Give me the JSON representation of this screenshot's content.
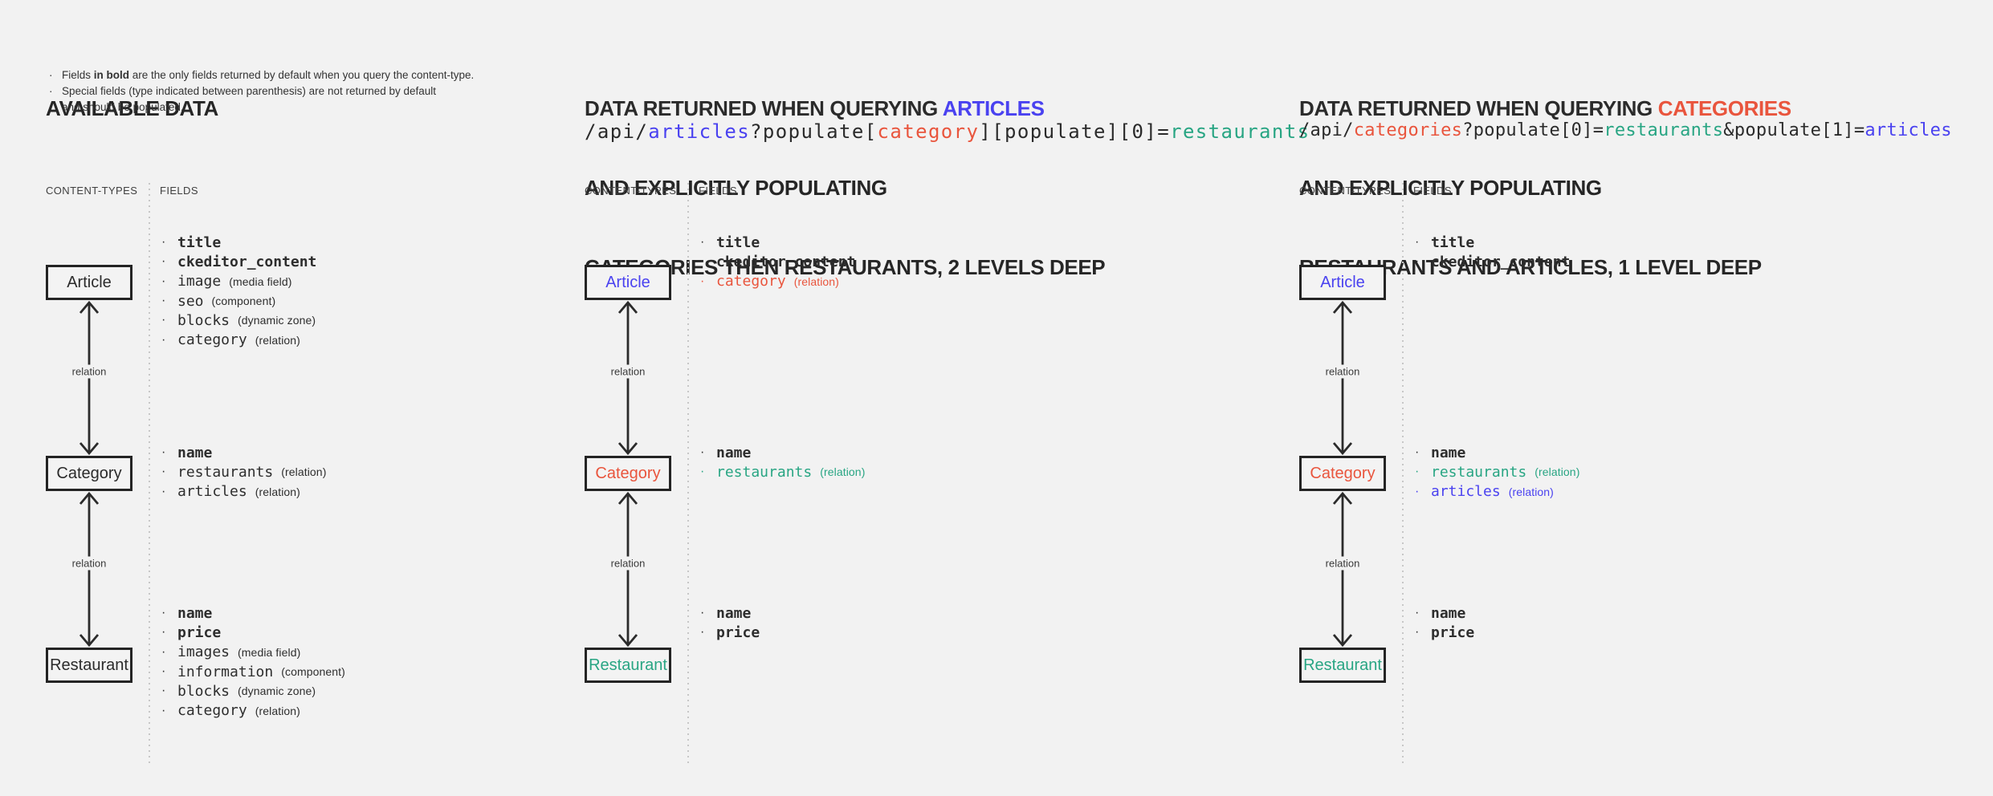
{
  "colors": {
    "dark": "#2b2b2b",
    "blue": "#4a42f0",
    "red": "#e9553d",
    "teal": "#28a583"
  },
  "shared": {
    "content_types_header": "CONTENT-TYPES",
    "fields_header": "FIELDS",
    "relation_label": "relation"
  },
  "panel_available": {
    "title": "AVAILABLE DATA",
    "note1_pre": "Fields ",
    "note1_bold": "in bold",
    "note1_post": " are the only fields returned by default when you query the content-type.",
    "note2": "Special fields (type indicated between parenthesis) are not returned by default\nand should be populated.",
    "boxes": {
      "article": {
        "label": "Article",
        "color": "dark"
      },
      "category": {
        "label": "Category",
        "color": "dark"
      },
      "restaurant": {
        "label": "Restaurant",
        "color": "dark"
      }
    },
    "article_fields": [
      {
        "name": "title",
        "bold": true
      },
      {
        "name": "ckeditor_content",
        "bold": true
      },
      {
        "name": "image",
        "type": "(media field)"
      },
      {
        "name": "seo",
        "type": "(component)"
      },
      {
        "name": "blocks",
        "type": "(dynamic zone)"
      },
      {
        "name": "category",
        "type": "(relation)"
      }
    ],
    "category_fields": [
      {
        "name": "name",
        "bold": true
      },
      {
        "name": "restaurants",
        "type": "(relation)"
      },
      {
        "name": "articles",
        "type": "(relation)"
      }
    ],
    "restaurant_fields": [
      {
        "name": "name",
        "bold": true
      },
      {
        "name": "price",
        "bold": true
      },
      {
        "name": "images",
        "type": "(media field)"
      },
      {
        "name": "information",
        "type": "(component)"
      },
      {
        "name": "blocks",
        "type": "(dynamic zone)"
      },
      {
        "name": "category",
        "type": "(relation)"
      }
    ]
  },
  "panel_articles_query": {
    "title_line1_segments": [
      {
        "text": "DATA RETURNED WHEN QUERYING ",
        "color": "dark"
      },
      {
        "text": "ARTICLES",
        "color": "blue"
      }
    ],
    "title_line2": "AND EXPLICITLY POPULATING",
    "title_line3": "CATEGORIES THEN RESTAURANTS, 2 LEVELS DEEP",
    "api_segments": [
      {
        "text": "/api/",
        "color": "dark"
      },
      {
        "text": "articles",
        "color": "blue"
      },
      {
        "text": "?populate[",
        "color": "dark"
      },
      {
        "text": "category",
        "color": "red"
      },
      {
        "text": "][populate][0]=",
        "color": "dark"
      },
      {
        "text": "restaurants",
        "color": "teal"
      }
    ],
    "boxes": {
      "article": {
        "label": "Article",
        "color": "blue"
      },
      "category": {
        "label": "Category",
        "color": "red"
      },
      "restaurant": {
        "label": "Restaurant",
        "color": "teal"
      }
    },
    "article_fields": [
      {
        "name": "title",
        "bold": true
      },
      {
        "name": "ckeditor_content",
        "bold": true
      },
      {
        "name": "category",
        "type": "(relation)",
        "color": "red"
      }
    ],
    "category_fields": [
      {
        "name": "name",
        "bold": true
      },
      {
        "name": "restaurants",
        "type": "(relation)",
        "color": "teal"
      }
    ],
    "restaurant_fields": [
      {
        "name": "name",
        "bold": true
      },
      {
        "name": "price",
        "bold": true
      }
    ]
  },
  "panel_categories_query": {
    "title_line1_segments": [
      {
        "text": "DATA RETURNED WHEN QUERYING ",
        "color": "dark"
      },
      {
        "text": "CATEGORIES",
        "color": "red"
      }
    ],
    "title_line2": "AND EXPLICITLY POPULATING",
    "title_line3": "RESTAURANTS AND ARTICLES, 1 LEVEL DEEP",
    "api_segments": [
      {
        "text": "/api/",
        "color": "dark"
      },
      {
        "text": "categories",
        "color": "red"
      },
      {
        "text": "?populate[0]=",
        "color": "dark"
      },
      {
        "text": "restaurants",
        "color": "teal"
      },
      {
        "text": "&populate[1]=",
        "color": "dark"
      },
      {
        "text": "articles",
        "color": "blue"
      }
    ],
    "boxes": {
      "article": {
        "label": "Article",
        "color": "blue"
      },
      "category": {
        "label": "Category",
        "color": "red"
      },
      "restaurant": {
        "label": "Restaurant",
        "color": "teal"
      }
    },
    "article_fields": [
      {
        "name": "title",
        "bold": true
      },
      {
        "name": "ckeditor_content",
        "bold": true
      }
    ],
    "category_fields": [
      {
        "name": "name",
        "bold": true
      },
      {
        "name": "restaurants",
        "type": "(relation)",
        "color": "teal"
      },
      {
        "name": "articles",
        "type": "(relation)",
        "color": "blue"
      }
    ],
    "restaurant_fields": [
      {
        "name": "name",
        "bold": true
      },
      {
        "name": "price",
        "bold": true
      }
    ]
  }
}
